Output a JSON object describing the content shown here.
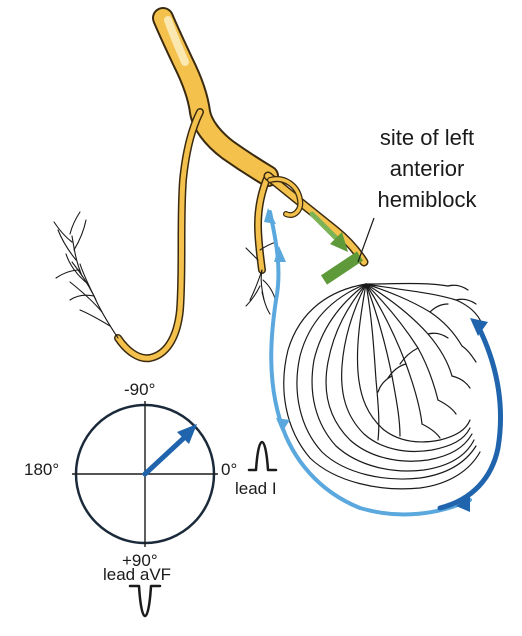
{
  "annotation": {
    "line1": "site of left",
    "line2": "anterior",
    "line3": "hemiblock"
  },
  "axis_wheel": {
    "top_label": "-90°",
    "left_label": "180°",
    "right_label": "0°",
    "bottom_label": "+90°"
  },
  "leads": {
    "lead_i": "lead I",
    "lead_avf": "lead aVF"
  },
  "colors": {
    "conduction_yellow": "#f2c04a",
    "conduction_light": "#fbe7b0",
    "block_green": "#5e9a3a",
    "activation_light_blue": "#5aa8de",
    "activation_dark_blue": "#1f64ad",
    "axis_vector_blue": "#1f64ad",
    "purkinje_black": "#1a1a1a"
  }
}
